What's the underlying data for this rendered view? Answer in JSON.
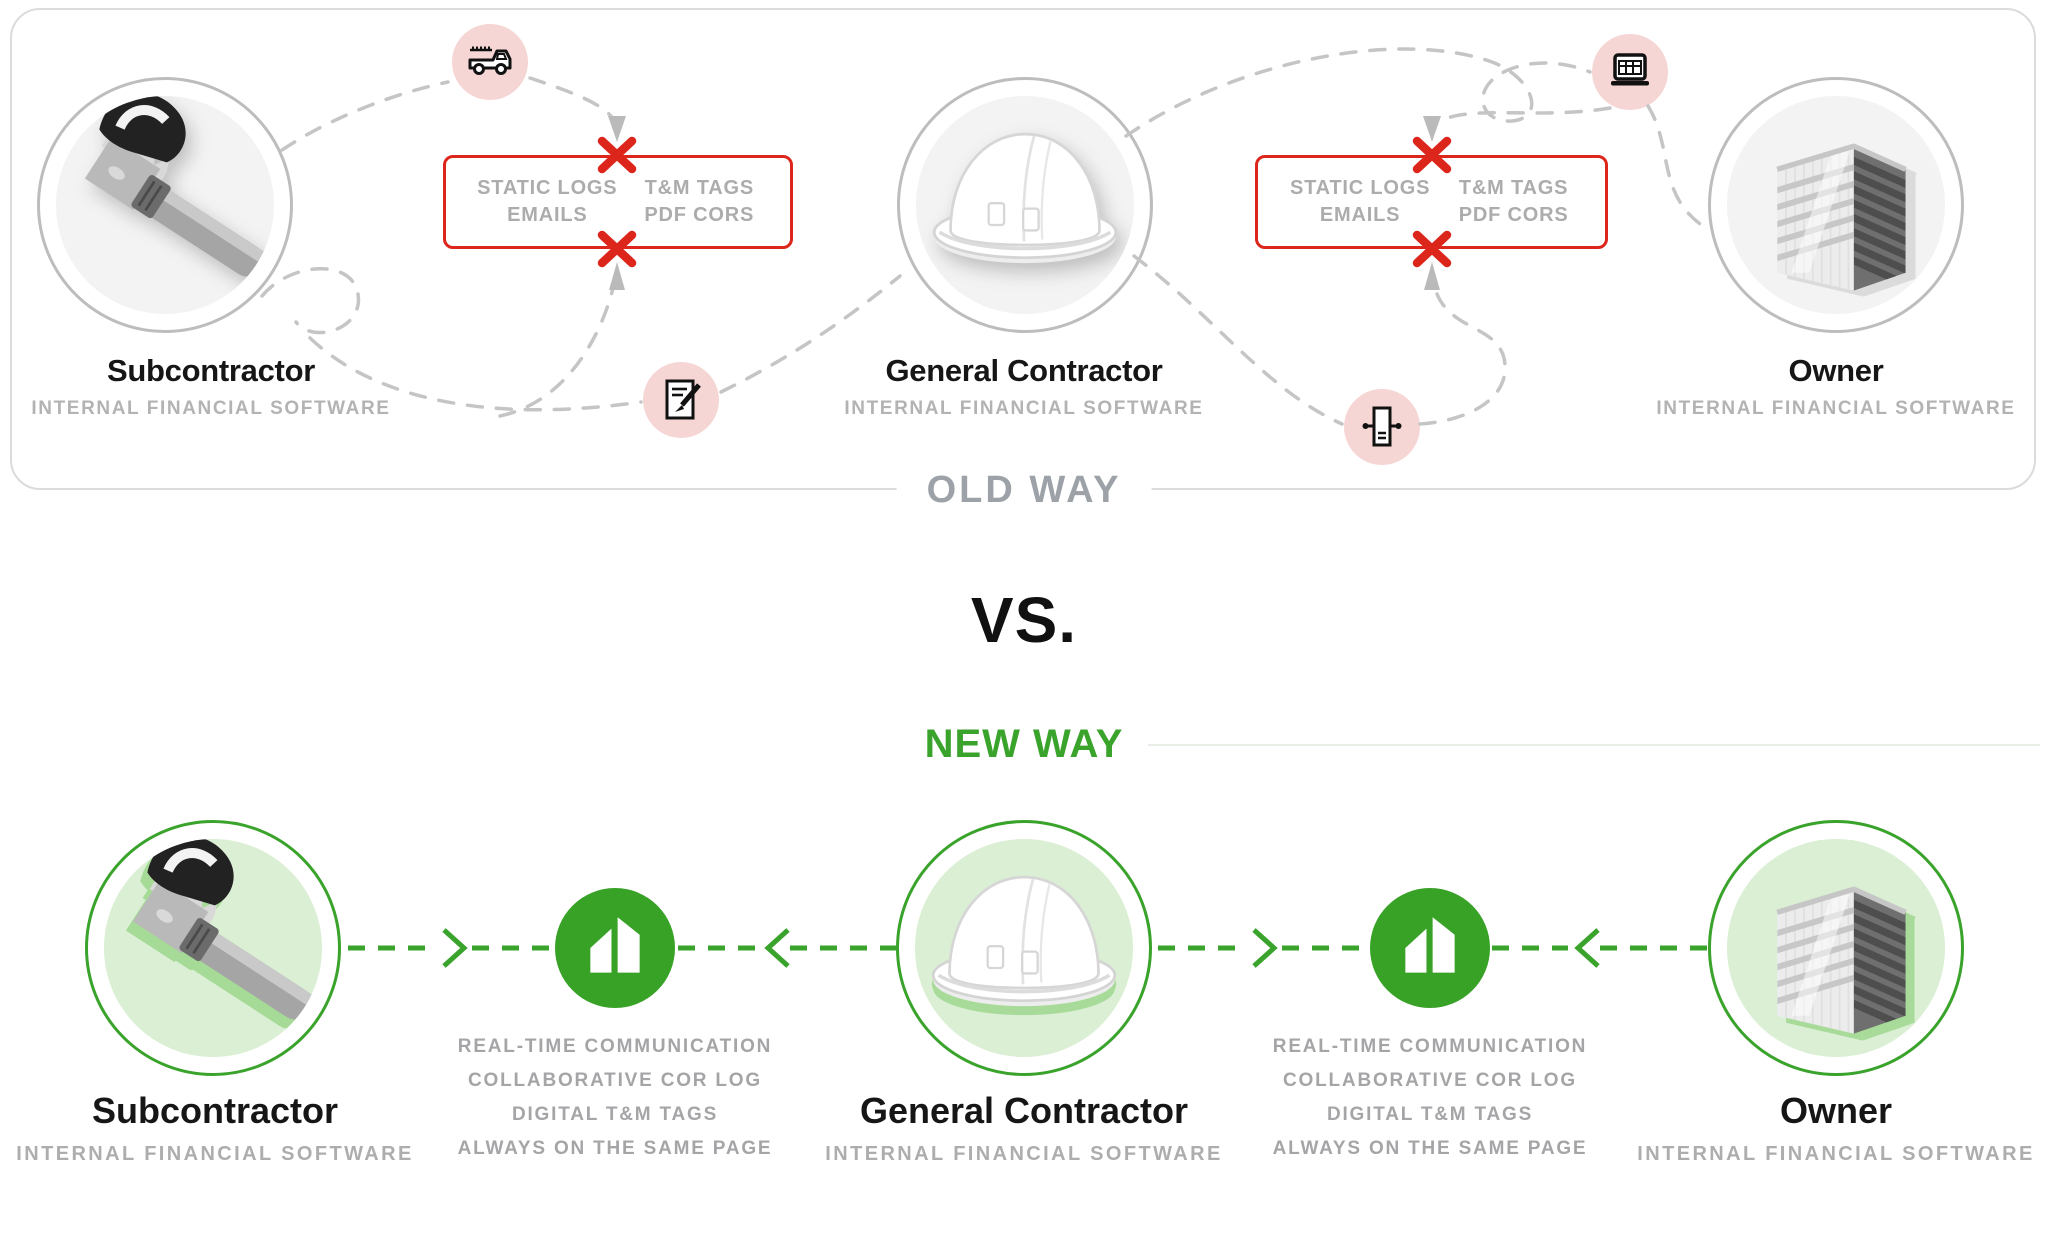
{
  "old_way": {
    "section_label": "OLD WAY",
    "entities": [
      {
        "name": "Subcontractor",
        "subtitle": "INTERNAL FINANCIAL SOFTWARE"
      },
      {
        "name": "General Contractor",
        "subtitle": "INTERNAL FINANCIAL SOFTWARE"
      },
      {
        "name": "Owner",
        "subtitle": "INTERNAL FINANCIAL SOFTWARE"
      }
    ],
    "barrier_items": [
      "STATIC LOGS",
      "T&M TAGS",
      "EMAILS",
      "PDF CORS"
    ],
    "icons": [
      "truck-icon",
      "document-pencil-icon",
      "laptop-spreadsheet-icon",
      "fax-document-icon"
    ]
  },
  "vs": {
    "label": "VS."
  },
  "new_way": {
    "section_label": "NEW WAY",
    "entities": [
      {
        "name": "Subcontractor",
        "subtitle": "INTERNAL FINANCIAL SOFTWARE"
      },
      {
        "name": "General Contractor",
        "subtitle": "INTERNAL FINANCIAL SOFTWARE"
      },
      {
        "name": "Owner",
        "subtitle": "INTERNAL FINANCIAL SOFTWARE"
      }
    ],
    "benefits": [
      "REAL-TIME COMMUNICATION",
      "COLLABORATIVE COR LOG",
      "DIGITAL T&M TAGS",
      "ALWAYS ON THE SAME PAGE"
    ],
    "hub_icon": "siteline-building-logo"
  },
  "colors": {
    "green": "#3AA32B",
    "green_dark": "#38A227",
    "light_green": "#DAEFD3",
    "red": "#DD261B",
    "pink": "#F6D6D4",
    "dash_gray": "#C5C5C5",
    "sub_gray": "#B3B3B3",
    "barrier_gray": "#ACACAC",
    "oldway_gray": "#9CA2A8"
  }
}
